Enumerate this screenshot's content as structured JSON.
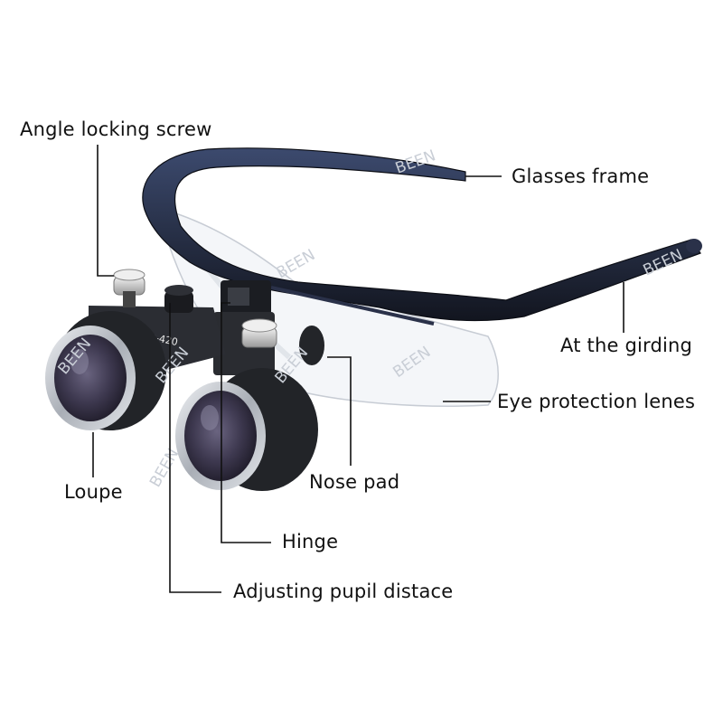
{
  "labels": {
    "angle_locking_screw": "Angle locking screw",
    "glasses_frame": "Glasses frame",
    "at_the_girding": "At the girding",
    "eye_protection_lenes": "Eye protection lenes",
    "nose_pad": "Nose pad",
    "loupe": "Loupe",
    "hinge": "Hinge",
    "adjusting_pupil_distace": "Adjusting pupil distace"
  },
  "product": {
    "magnification_mark": "2.5x-420",
    "watermark": "BEEN"
  },
  "colors": {
    "frame": "#1d2233",
    "frame_highlight": "#3c4a6e",
    "lens_clear": "#f4f6f9",
    "loupe_body": "#222428",
    "loupe_ring": "#c8ccd2",
    "loupe_glass": "#3e3950",
    "screw_knob": "#d8d8d8",
    "label_text": "#111111",
    "watermark": "#c9ced6"
  }
}
